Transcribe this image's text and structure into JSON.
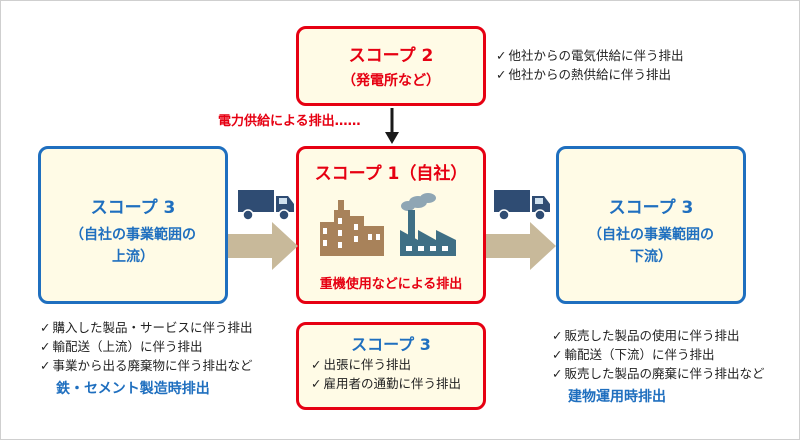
{
  "scope2": {
    "title": "スコープ 2",
    "sub": "（発電所など）",
    "notes": [
      "他社からの電気供給に伴う排出",
      "他社からの熱供給に伴う排出"
    ]
  },
  "power_label": "電力供給による排出……",
  "scope1": {
    "title": "スコープ 1（自社）",
    "caption": "重機使用などによる排出"
  },
  "upstream": {
    "title": "スコープ 3",
    "sub1": "（自社の事業範囲の",
    "sub2": "上流）",
    "notes": [
      "購入した製品・サービスに伴う排出",
      "輸配送（上流）に伴う排出",
      "事業から出る廃棄物に伴う排出など"
    ],
    "highlight": "鉄・セメント製造時排出"
  },
  "downstream": {
    "title": "スコープ 3",
    "sub1": "（自社の事業範囲の",
    "sub2": "下流）",
    "notes": [
      "販売した製品の使用に伴う排出",
      "輸配送（下流）に伴う排出",
      "販売した製品の廃棄に伴う排出など"
    ],
    "highlight": "建物運用時排出"
  },
  "scope3_mid": {
    "title": "スコープ 3",
    "notes": [
      "出張に伴う排出",
      "雇用者の通勤に伴う排出"
    ]
  },
  "icons": [
    "truck-icon",
    "factory-buildings-icon",
    "factory-smoke-icon",
    "arrow-right-icon",
    "arrow-down-icon"
  ],
  "colors": {
    "red": "#e60012",
    "blue": "#1f6fbf",
    "box_fill": "#fffbe6",
    "arrow": "#c8b99a"
  }
}
